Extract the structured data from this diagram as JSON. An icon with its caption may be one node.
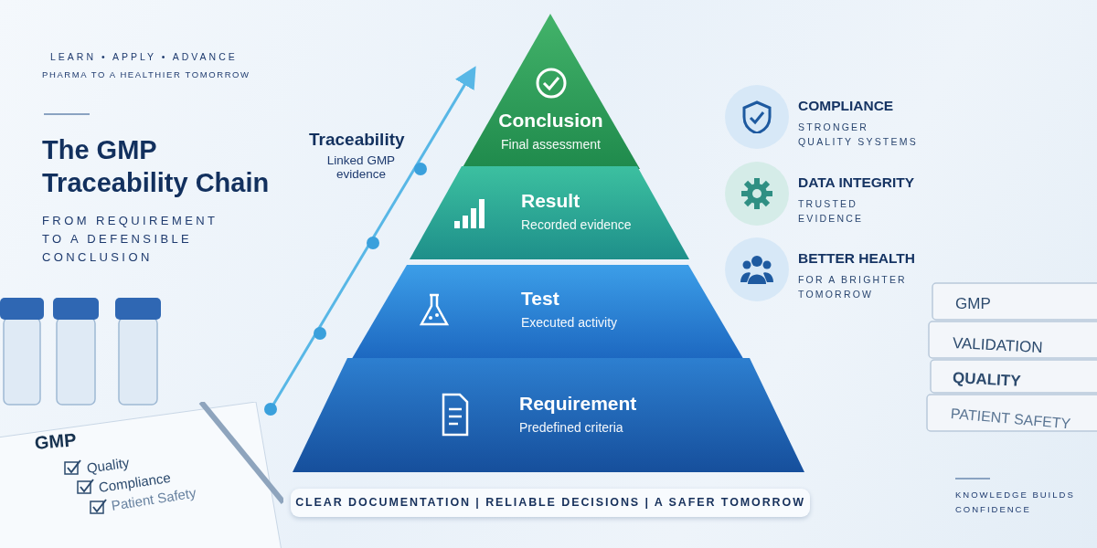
{
  "diagram": {
    "title": "The GMP Traceability Chain",
    "nodes": [
      {
        "text": [
          "Conclusion",
          "Final assessment"
        ]
      },
      {
        "text": [
          "Result",
          "Recorded evidence"
        ]
      },
      {
        "text": [
          "Test",
          "Executed activity"
        ]
      },
      {
        "text": [
          "Requirement",
          "Predefined criteria"
        ]
      },
      {
        "text": [
          "COMPLIANCE",
          "STRONGER QUALITY SYSTEMS"
        ]
      },
      {
        "text": [
          "DATA INTEGRITY",
          "TRUSTED EVIDENCE"
        ]
      },
      {
        "text": [
          "BETTER HEALTH",
          "FOR A BRIGHTER TOMORROW"
        ]
      },
      {
        "text": [
          "CLEAR DOCUMENTATION | RELIABLE DECISIONS | A SAFER TOMORROW"
        ]
      }
    ],
    "labels": [
      "LEARN • APPLY • ADVANCE",
      "PHARMA TO A HEALTHIER TOMORROW",
      "FROM REQUIREMENT TO A DEFENSIBLE CONCLUSION",
      "Traceability",
      "Linked GMP evidence",
      "GMP",
      "VALIDATION",
      "QUALITY",
      "PATIENT SAFETY",
      "GMP",
      "Quality",
      "Compliance",
      "Patient Safety",
      "KNOWLEDGE BUILDS CONFIDENCE"
    ]
  }
}
